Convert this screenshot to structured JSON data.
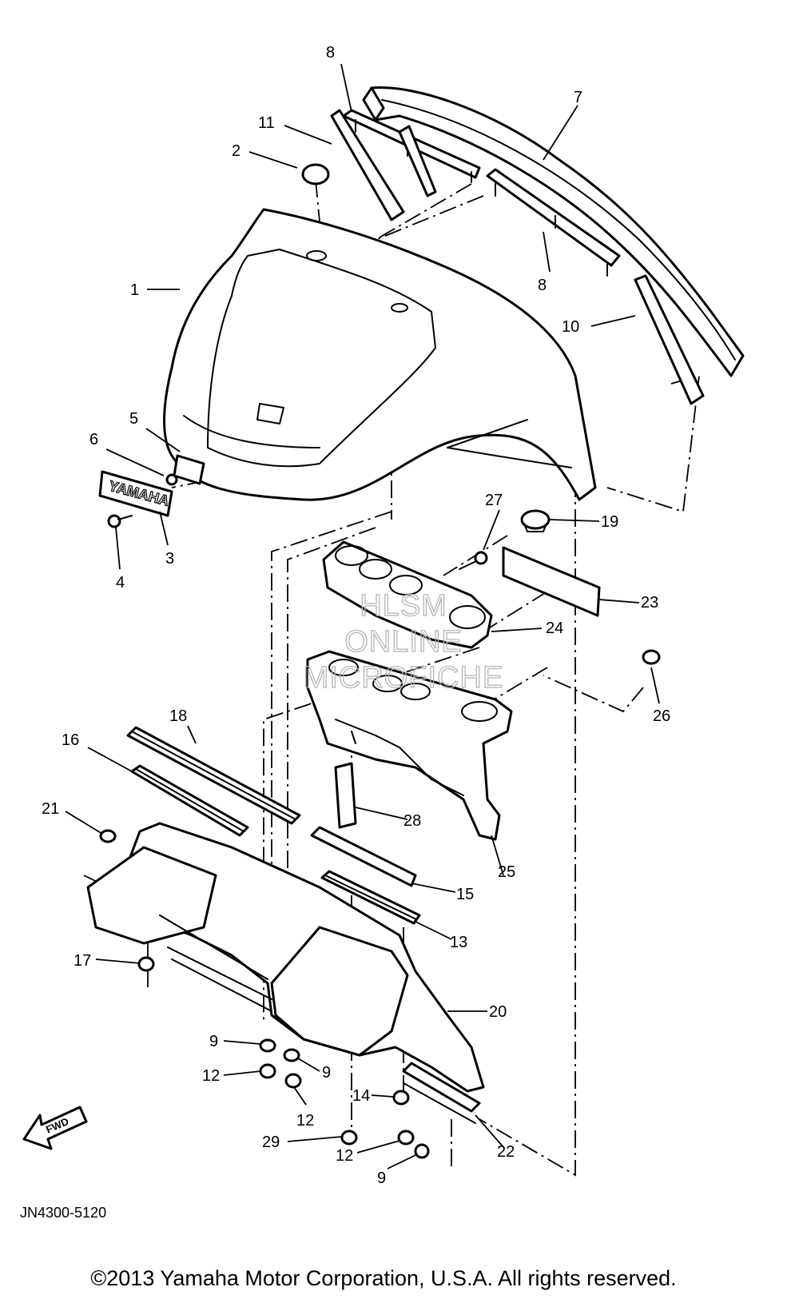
{
  "diagram": {
    "document_id": "JN4300-5120",
    "copyright": "©2013 Yamaha Motor Corporation, U.S.A. All rights reserved.",
    "direction_label": "FWD",
    "emblem_text": "YAMAHA",
    "watermark": [
      "HLSM",
      "ONLINE",
      "MICROFICHE"
    ],
    "callouts": [
      "1",
      "2",
      "3",
      "4",
      "5",
      "6",
      "7",
      "8",
      "8",
      "9",
      "9",
      "9",
      "10",
      "11",
      "12",
      "12",
      "12",
      "13",
      "14",
      "15",
      "16",
      "17",
      "18",
      "19",
      "20",
      "21",
      "22",
      "23",
      "24",
      "25",
      "26",
      "27",
      "28",
      "29"
    ]
  }
}
